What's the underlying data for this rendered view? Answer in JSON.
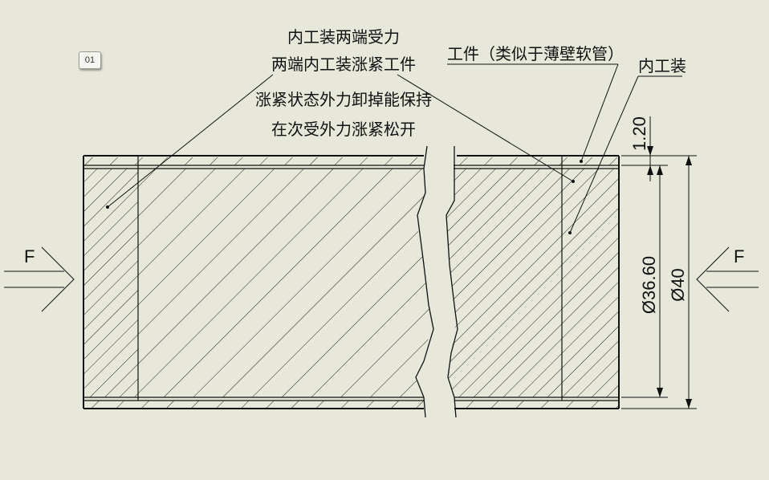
{
  "view_tag": "01",
  "notes": {
    "line1": "内工装两端受力",
    "line2": "两端内工装涨紧工件",
    "line3": "涨紧状态外力卸掉能保持",
    "line4": "在次受外力涨紧松开"
  },
  "labels": {
    "workpiece": "工件（类似于薄壁软管）",
    "inner_tool": "内工装",
    "force_left": "F",
    "force_right": "F"
  },
  "dimensions": {
    "wall_thickness": "1.20",
    "inner_diameter": "Ø36.60",
    "outer_diameter": "Ø40"
  }
}
